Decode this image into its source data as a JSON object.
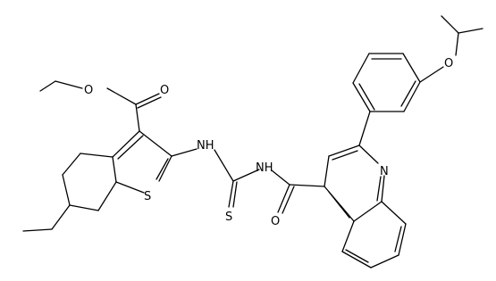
{
  "molecule": {
    "atom_labels": {
      "ester_carbonyl_o": "O",
      "ester_ether_o": "O",
      "thiophene_s": "S",
      "nh_thienyl": "NH",
      "thiourea_s": "S",
      "nh_acyl": "NH",
      "amide_o": "O",
      "quinoline_n": "N",
      "isopropoxy_o": "O"
    }
  }
}
